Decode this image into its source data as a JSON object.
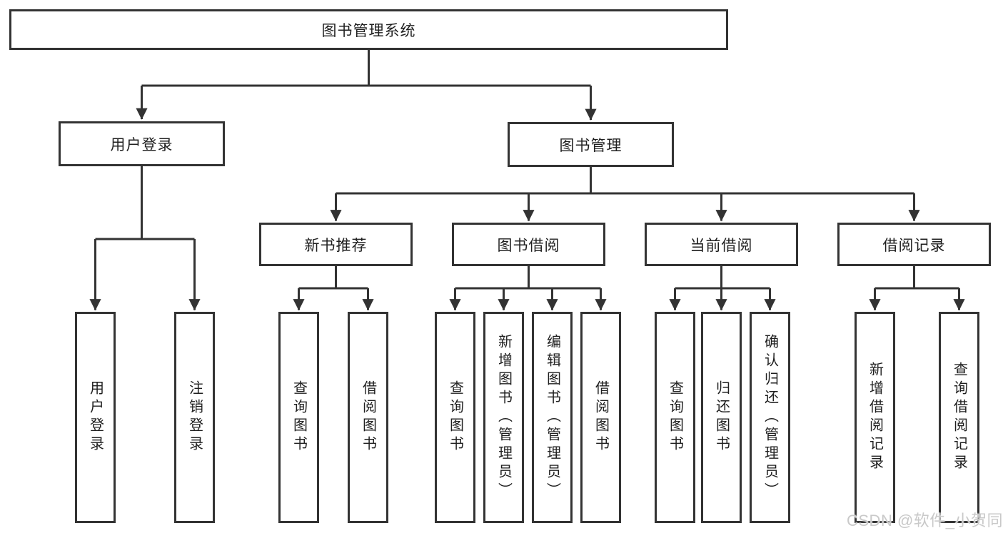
{
  "diagram": {
    "watermark": "CSDN @软件_小贺同学",
    "colors": {
      "line": "#333333",
      "box_border": "#333333",
      "text": "#1f1f1f",
      "watermark": "#c6c6c6",
      "background": "#ffffff"
    },
    "nodes": {
      "root": {
        "label": "图书管理系统"
      },
      "user_login": {
        "label": "用户登录"
      },
      "book_mgmt": {
        "label": "图书管理"
      },
      "new_book_recommend": {
        "label": "新书推荐"
      },
      "book_borrow": {
        "label": "图书借阅"
      },
      "current_borrow": {
        "label": "当前借阅"
      },
      "borrow_record": {
        "label": "借阅记录"
      },
      "leaf_user_login": {
        "label": "用户登录"
      },
      "leaf_logout": {
        "label": "注销登录"
      },
      "leaf_query_book_1": {
        "label": "查询图书"
      },
      "leaf_borrow_book_1": {
        "label": "借阅图书"
      },
      "leaf_query_book_2": {
        "label": "查询图书"
      },
      "leaf_add_book_admin": {
        "label": "新增图书（管理员）"
      },
      "leaf_edit_book_admin": {
        "label": "编辑图书（管理员）"
      },
      "leaf_borrow_book_2": {
        "label": "借阅图书"
      },
      "leaf_query_book_3": {
        "label": "查询图书"
      },
      "leaf_return_book": {
        "label": "归还图书"
      },
      "leaf_confirm_return_admin": {
        "label": "确认归还（管理员）"
      },
      "leaf_add_borrow_record": {
        "label": "新增借阅记录"
      },
      "leaf_query_borrow_record": {
        "label": "查询借阅记录"
      }
    }
  }
}
